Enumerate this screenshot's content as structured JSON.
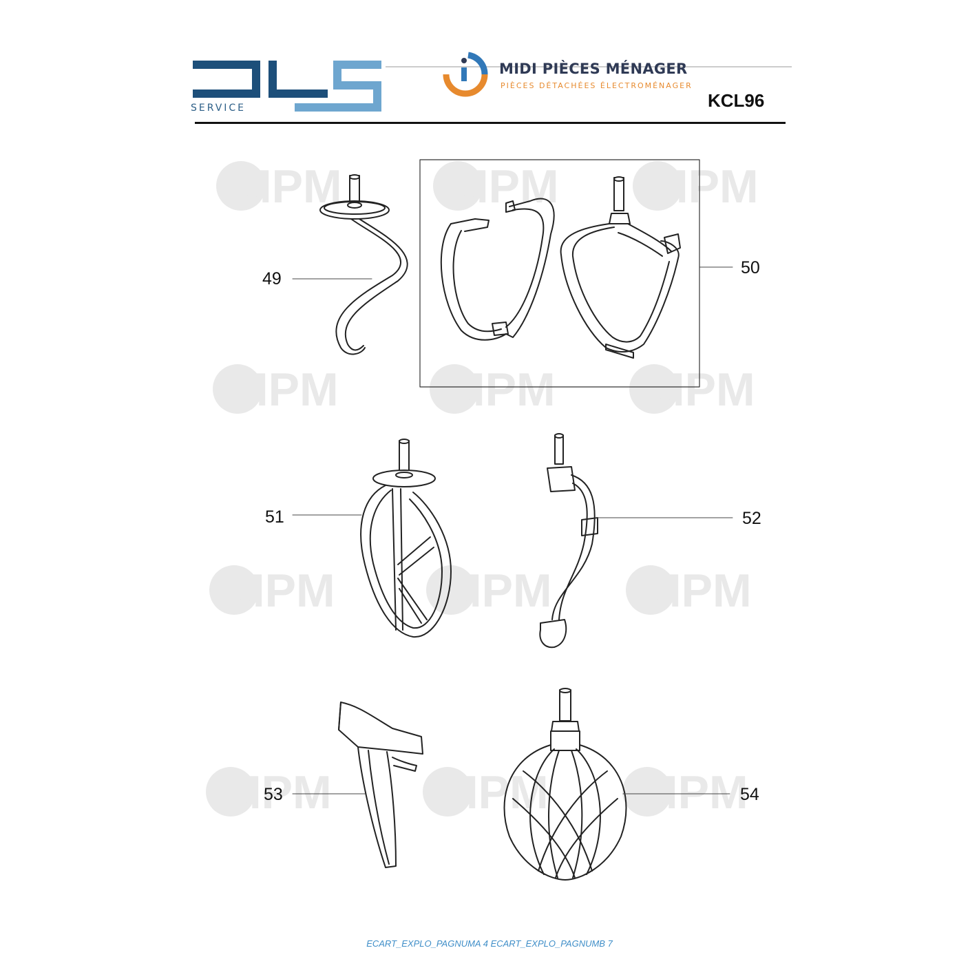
{
  "header": {
    "dls_logo": {
      "service_label": "SERVICE"
    },
    "mpm_logo": {
      "title": "MIDI PIÈCES MÉNAGER",
      "subtitle": "PIÈCES DÉTACHÉES ÉLECTROMÉNAGER"
    },
    "model": "KCL96",
    "colors": {
      "dls_dark": "#1d4f7a",
      "dls_light": "#6ea6cf",
      "mpm_orange": "#e78a2e",
      "mpm_blue": "#3178b8",
      "mpm_text": "#2f3a55"
    }
  },
  "watermark": {
    "text": "MPM",
    "color": "#e9e9e9"
  },
  "parts": [
    {
      "id": "49",
      "name": "dough-hook"
    },
    {
      "id": "50",
      "name": "flexible-beater-with-scraper"
    },
    {
      "id": "51",
      "name": "k-beater"
    },
    {
      "id": "52",
      "name": "dough-hook-bent"
    },
    {
      "id": "53",
      "name": "scraper-blade"
    },
    {
      "id": "54",
      "name": "balloon-whisk"
    }
  ],
  "footer": {
    "text": "ECART_EXPLO_PAGNUMA 4 ECART_EXPLO_PAGNUMB 7"
  }
}
